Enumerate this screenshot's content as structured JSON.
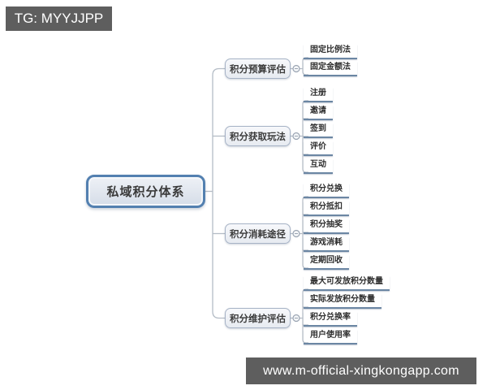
{
  "watermark_top": {
    "label": "TG: MYYJJPP"
  },
  "watermark_bottom": {
    "label": "www.m-official-xingkongapp.com"
  },
  "mindmap": {
    "root": {
      "label": "私域积分体系"
    },
    "branches": [
      {
        "label": "积分预算评估",
        "children": [
          "固定比例法",
          "固定金额法"
        ]
      },
      {
        "label": "积分获取玩法",
        "children": [
          "注册",
          "邀请",
          "签到",
          "评价",
          "互动"
        ]
      },
      {
        "label": "积分消耗途径",
        "children": [
          "积分兑换",
          "积分抵扣",
          "积分抽奖",
          "游戏消耗",
          "定期回收"
        ]
      },
      {
        "label": "积分维护评估",
        "children": [
          "最大可发放积分数量",
          "实际发放积分数量",
          "积分兑换率",
          "用户使用率"
        ]
      }
    ],
    "colors": {
      "root_border": "#5380b0",
      "branch_border": "#a7b3c6",
      "leaf_underline": "#6b86a3",
      "connector_line": "#b4bcc6",
      "watermark_background": "#5e5e5e",
      "watermark_text": "#ffffff"
    }
  }
}
